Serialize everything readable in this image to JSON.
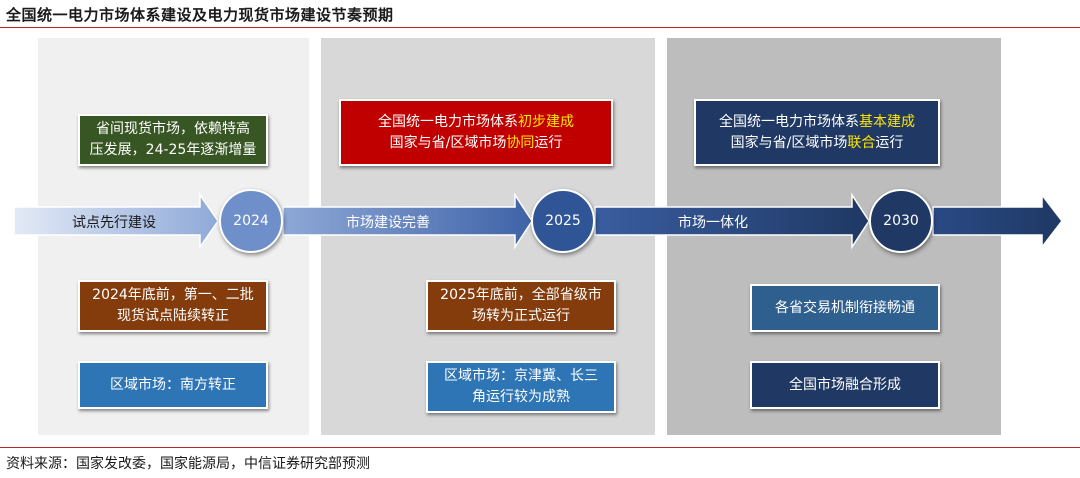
{
  "title": "全国统一电力市场体系建设及电力现货市场建设节奏预期",
  "source": "资料来源：国家发改委，国家能源局，中信证券研究部预测",
  "timeline": {
    "stages": [
      "试点先行建设",
      "市场建设完善",
      "市场一体化"
    ],
    "years": [
      "2024",
      "2025",
      "2030"
    ],
    "colors": {
      "light": "#c9d6ee",
      "mid": "#5b7fc0",
      "dark": "#1f3864"
    }
  },
  "upper": {
    "p1": {
      "line1": "省间现货市场，依赖特高",
      "line2": "压发展，24-25年逐渐增量"
    },
    "p2": {
      "line1_pre": "全国统一电力市场体系",
      "line1_hl": "初步建成",
      "line2_pre": "国家与省/区域市场",
      "line2_hl": "协同",
      "line2_post": "运行"
    },
    "p3": {
      "line1_pre": "全国统一电力市场体系",
      "line1_hl": "基本建成",
      "line2_pre": "国家与省/区域市场",
      "line2_hl": "联合",
      "line2_post": "运行"
    }
  },
  "lower": {
    "p1a": {
      "line1": "2024年底前，第一、二批",
      "line2": "现货试点陆续转正"
    },
    "p1b": {
      "line1": "区域市场：南方转正"
    },
    "p2a": {
      "line1": "2025年底前，全部省级市",
      "line2": "场转为正式运行"
    },
    "p2b": {
      "line1": "区域市场：京津冀、长三",
      "line2": "角运行较为成熟"
    },
    "p3a": {
      "line1": "各省交易机制衔接畅通"
    },
    "p3b": {
      "line1": "全国市场融合形成"
    }
  }
}
